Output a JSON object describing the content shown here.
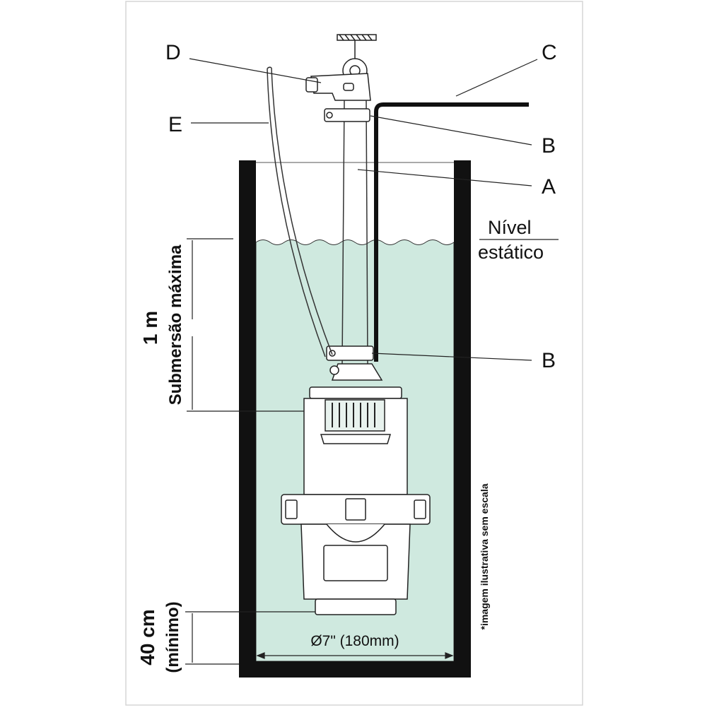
{
  "labels": {
    "a": "A",
    "b_upper": "B",
    "b_lower": "B",
    "c": "C",
    "d": "D",
    "e": "E"
  },
  "water_level": {
    "line1": "Nível",
    "line2": "estático"
  },
  "submersion": {
    "value": "1 m",
    "label": "Submersão máxima"
  },
  "clearance": {
    "value": "40 cm",
    "label": "(mínimo)"
  },
  "diameter": "Ø7\" (180mm)",
  "note": "*imagem ilustrativa sem escala",
  "colors": {
    "water": "#cfe9df",
    "wall": "#111111",
    "line": "#222222"
  }
}
